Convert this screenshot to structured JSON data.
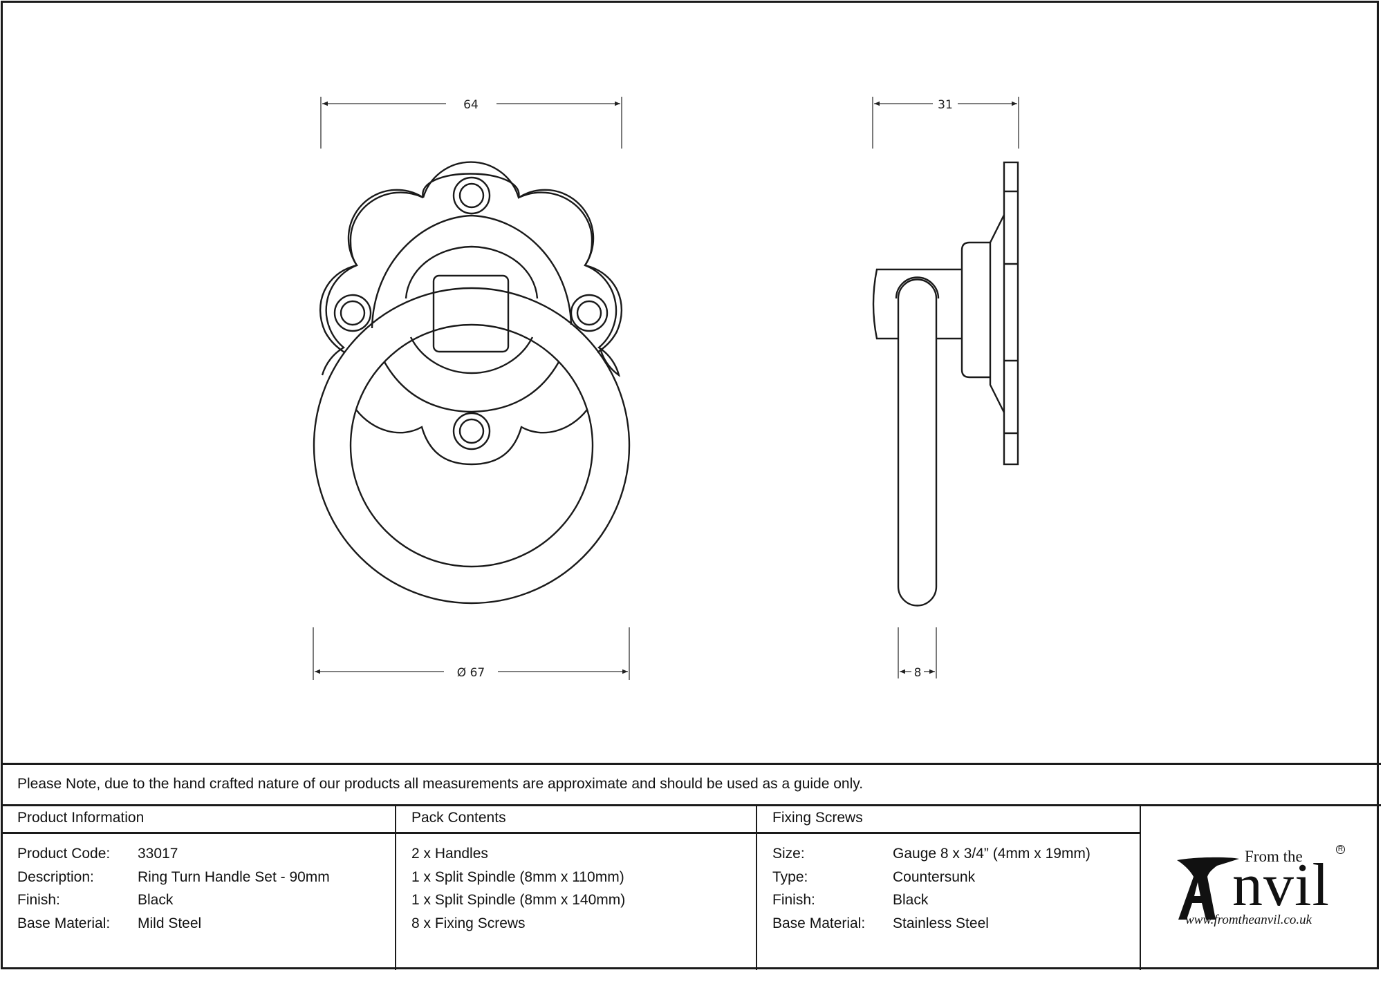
{
  "drawing": {
    "front_view": {
      "width_dimension": "64",
      "ring_diameter_dimension": "Ø 67"
    },
    "side_view": {
      "depth_dimension": "31",
      "ring_thickness_dimension": "8"
    },
    "line_color": "#1a1a1a"
  },
  "note": "Please Note, due to the hand crafted nature of our products all measurements are approximate and should be used as a guide only.",
  "product_information": {
    "title": "Product Information",
    "rows": [
      {
        "label": "Product Code:",
        "value": "33017"
      },
      {
        "label": "Description:",
        "value": "Ring Turn Handle Set - 90mm"
      },
      {
        "label": "Finish:",
        "value": "Black"
      },
      {
        "label": "Base Material:",
        "value": "Mild Steel"
      }
    ]
  },
  "pack_contents": {
    "title": "Pack Contents",
    "items": [
      "2 x Handles",
      "1 x Split Spindle (8mm x 110mm)",
      "1 x Split Spindle (8mm x 140mm)",
      "8 x Fixing Screws"
    ]
  },
  "fixing_screws": {
    "title": "Fixing Screws",
    "rows": [
      {
        "label": "Size:",
        "value": "Gauge 8 x 3/4” (4mm x 19mm)"
      },
      {
        "label": "Type:",
        "value": "Countersunk"
      },
      {
        "label": "Finish:",
        "value": "Black"
      },
      {
        "label": "Base Material:",
        "value": "Stainless Steel"
      }
    ]
  },
  "logo": {
    "from_the": "From the",
    "brand": "Anvil",
    "registered": "R",
    "url": "www.fromtheanvil.co.uk"
  }
}
